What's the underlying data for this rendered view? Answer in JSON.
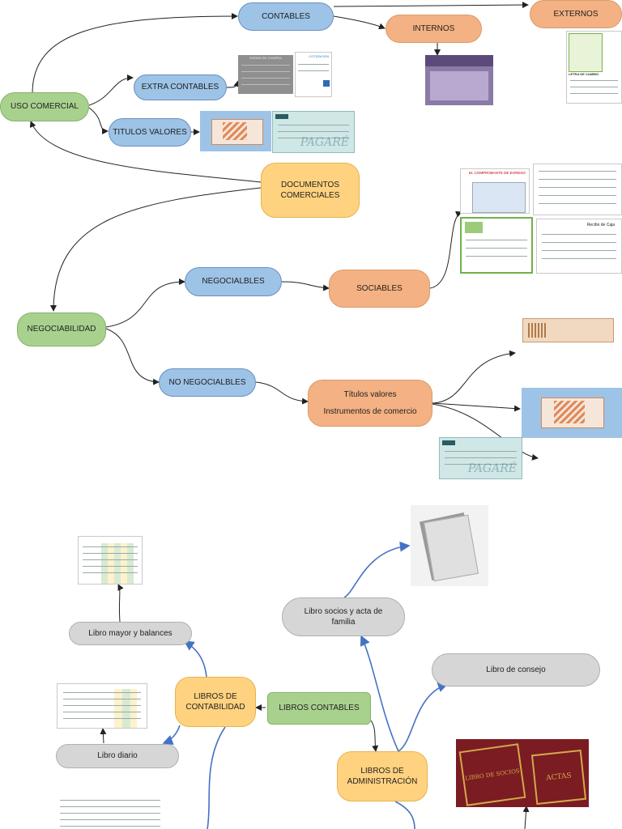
{
  "nodes": {
    "uso_comercial": "USO COMERCIAL",
    "contables": "CONTABLES",
    "externos": "EXTERNOS",
    "internos": "INTERNOS",
    "extra_contables": "EXTRA CONTABLES",
    "titulos_valores_top": "TITULOS VALORES",
    "documentos_comerciales": [
      "DOCUMENTOS",
      "COMERCIALES"
    ],
    "negociabilidad": "NEGOCIABILIDAD",
    "negociables": "NEGOCIALBLES",
    "sociables": "SOCIABLES",
    "no_negociables": "NO NEGOCIALBLES",
    "titulos_valores_instr": [
      "Títulos valores",
      "Instrumentos de comercio"
    ],
    "libros_contables": "LIBROS CONTABLES",
    "libros_contabilidad": [
      "LIBROS DE",
      "CONTABILIDAD"
    ],
    "libro_mayor": "Libro mayor y balances",
    "libro_diario": "Libro diario",
    "libro_socios": [
      "Libro socios y acta de",
      "familia"
    ],
    "libro_consejo": "Libro de consejo",
    "libros_administracion": [
      "LIBROS DE",
      "ADMINISTRACIÓN"
    ]
  },
  "thumb_text": {
    "orden_compra": "ORDEN DE COMPRA",
    "cotizacion": "COTIZACION",
    "comprobante_ingreso": "EL COMPROBANTE DE EGRESO",
    "recibo_caja": "Recibo de Caja",
    "letra_cambio": "LETRA DE CAMBIO",
    "pagare": "PAGARÉ",
    "libro_registro": "LIBRO DE SOCIOS",
    "actas": "ACTAS"
  },
  "colors": {
    "green": "#a9d18e",
    "blue": "#9dc3e6",
    "salmon": "#f4b183",
    "yellow": "#ffd280",
    "gray": "#d6d6d6",
    "edge_black": "#222222",
    "edge_blue": "#4472c4"
  }
}
